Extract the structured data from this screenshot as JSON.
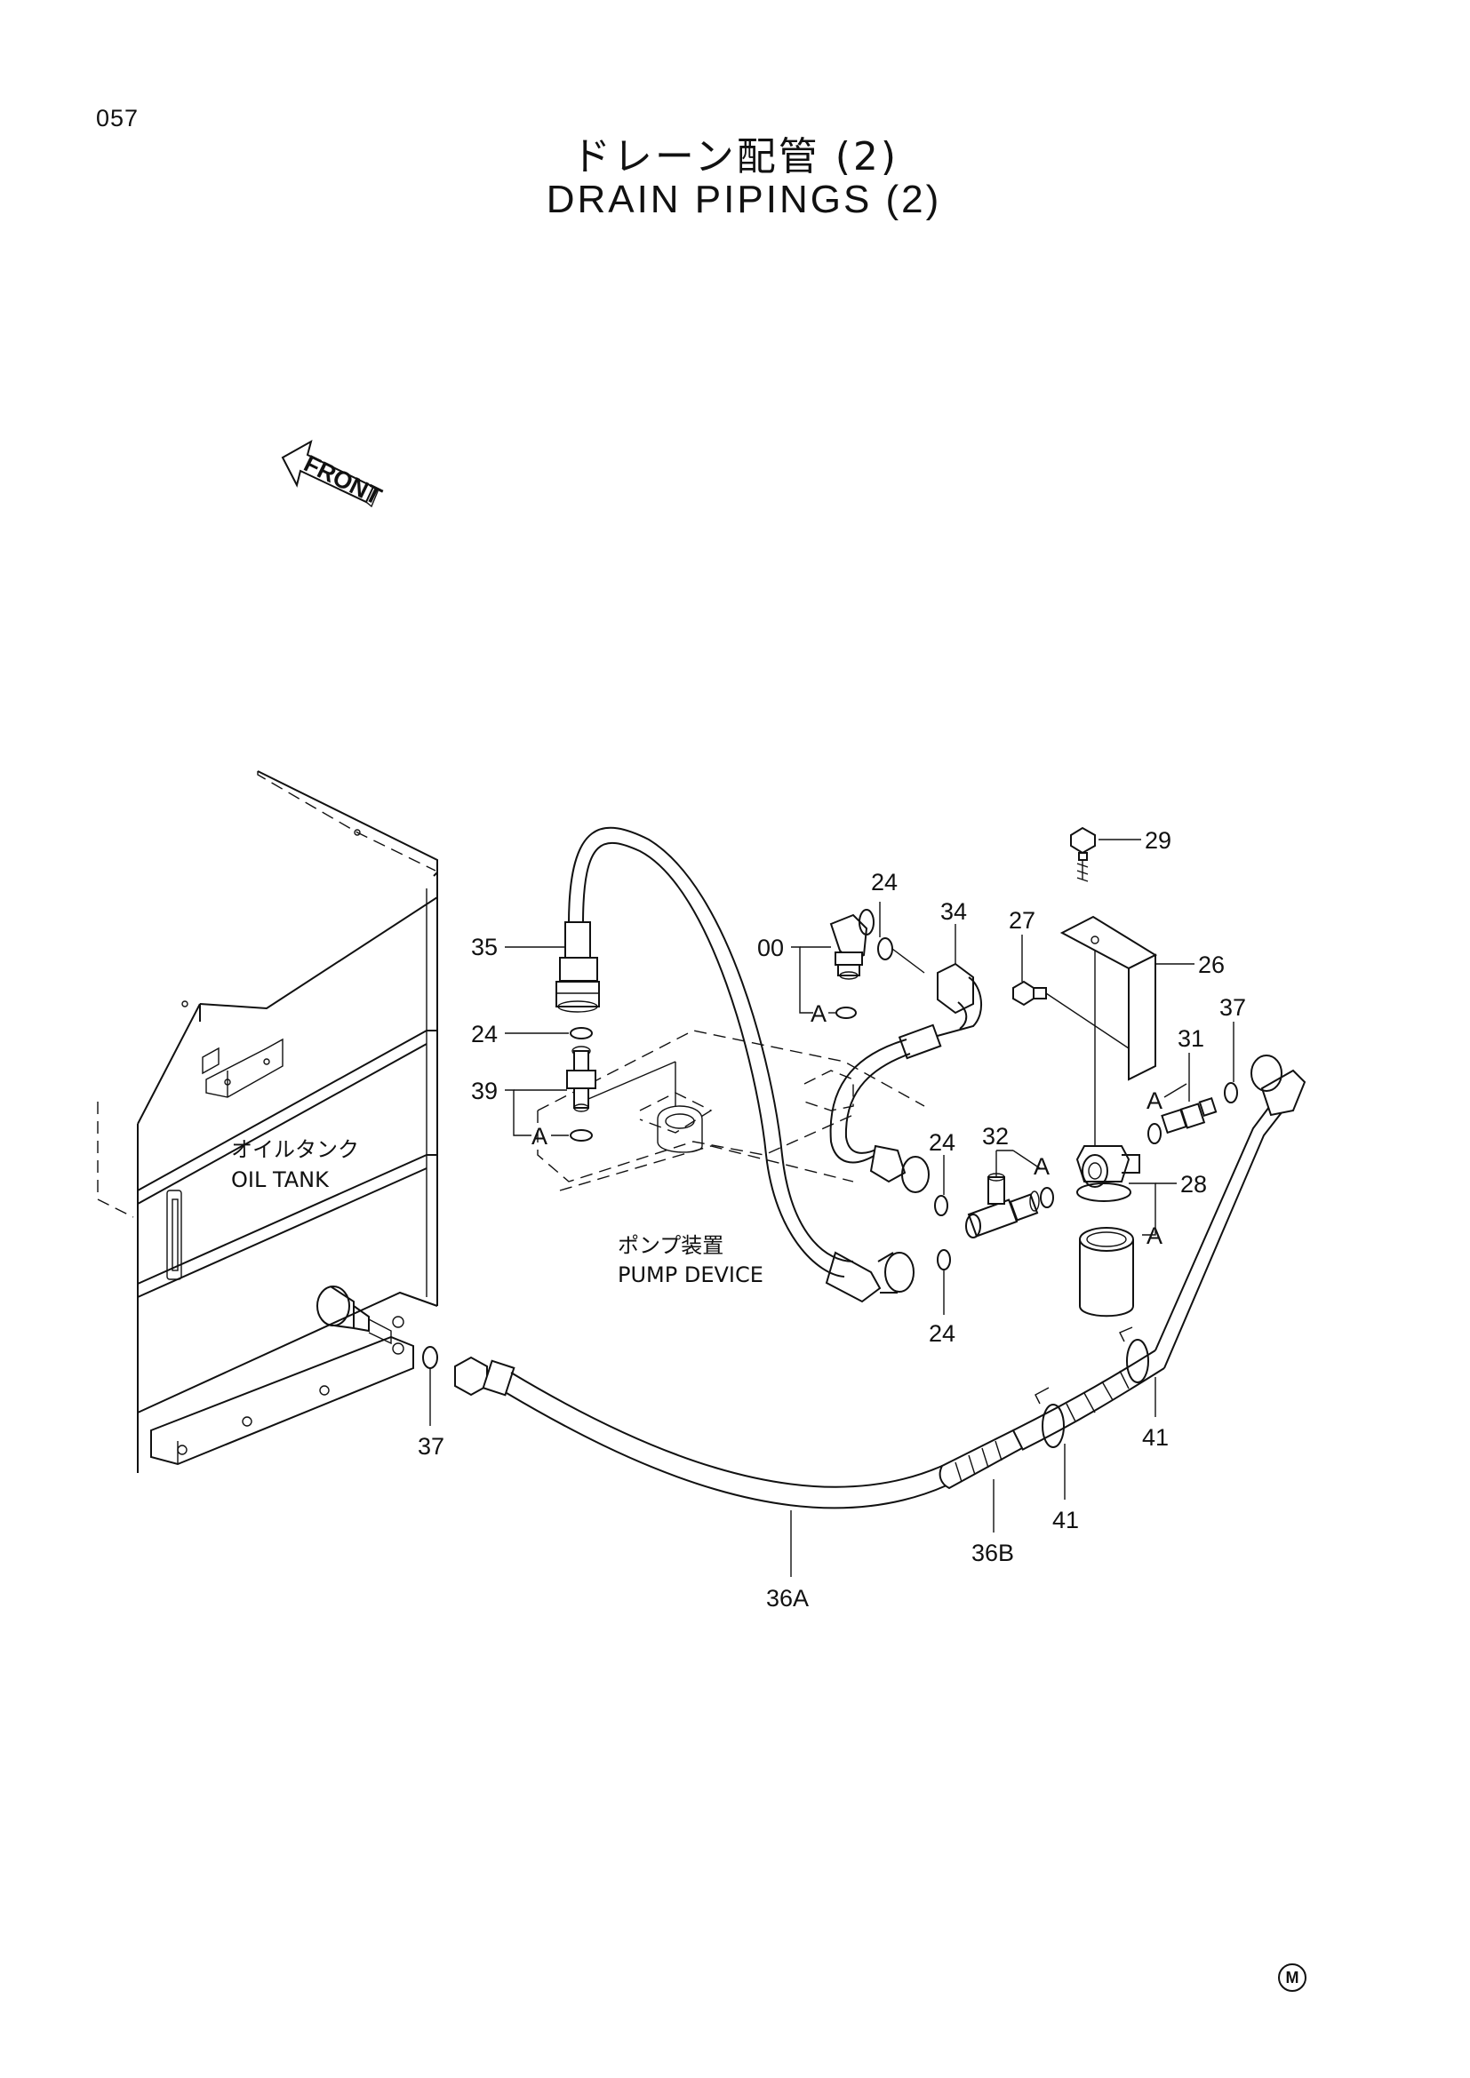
{
  "page_number": "057",
  "title_jp": "ドレーン配管 (2)",
  "title_en": "DRAIN PIPINGS (2)",
  "front_arrow_label": "FRONT",
  "oil_tank": {
    "jp": "オイルタンク",
    "en": "OIL TANK"
  },
  "pump_device": {
    "jp": "ポンプ装置",
    "en": "PUMP DEVICE"
  },
  "part_labels": {
    "p35": "35",
    "p24_left": "24",
    "p39": "39",
    "a_left": "A",
    "p00": "00",
    "a_top": "A",
    "p24_top": "24",
    "p34": "34",
    "p27": "27",
    "p29": "29",
    "p26": "26",
    "p37_right": "37",
    "p31": "31",
    "a_right_top": "A",
    "p28": "28",
    "a_right_bottom": "A",
    "p32": "32",
    "a_mid": "A",
    "p24_mid": "24",
    "p24_bottom": "24",
    "p37_left": "37",
    "p36a": "36A",
    "p36b": "36B",
    "p41_mid": "41",
    "p41_right": "41"
  },
  "logo_mark": "M"
}
